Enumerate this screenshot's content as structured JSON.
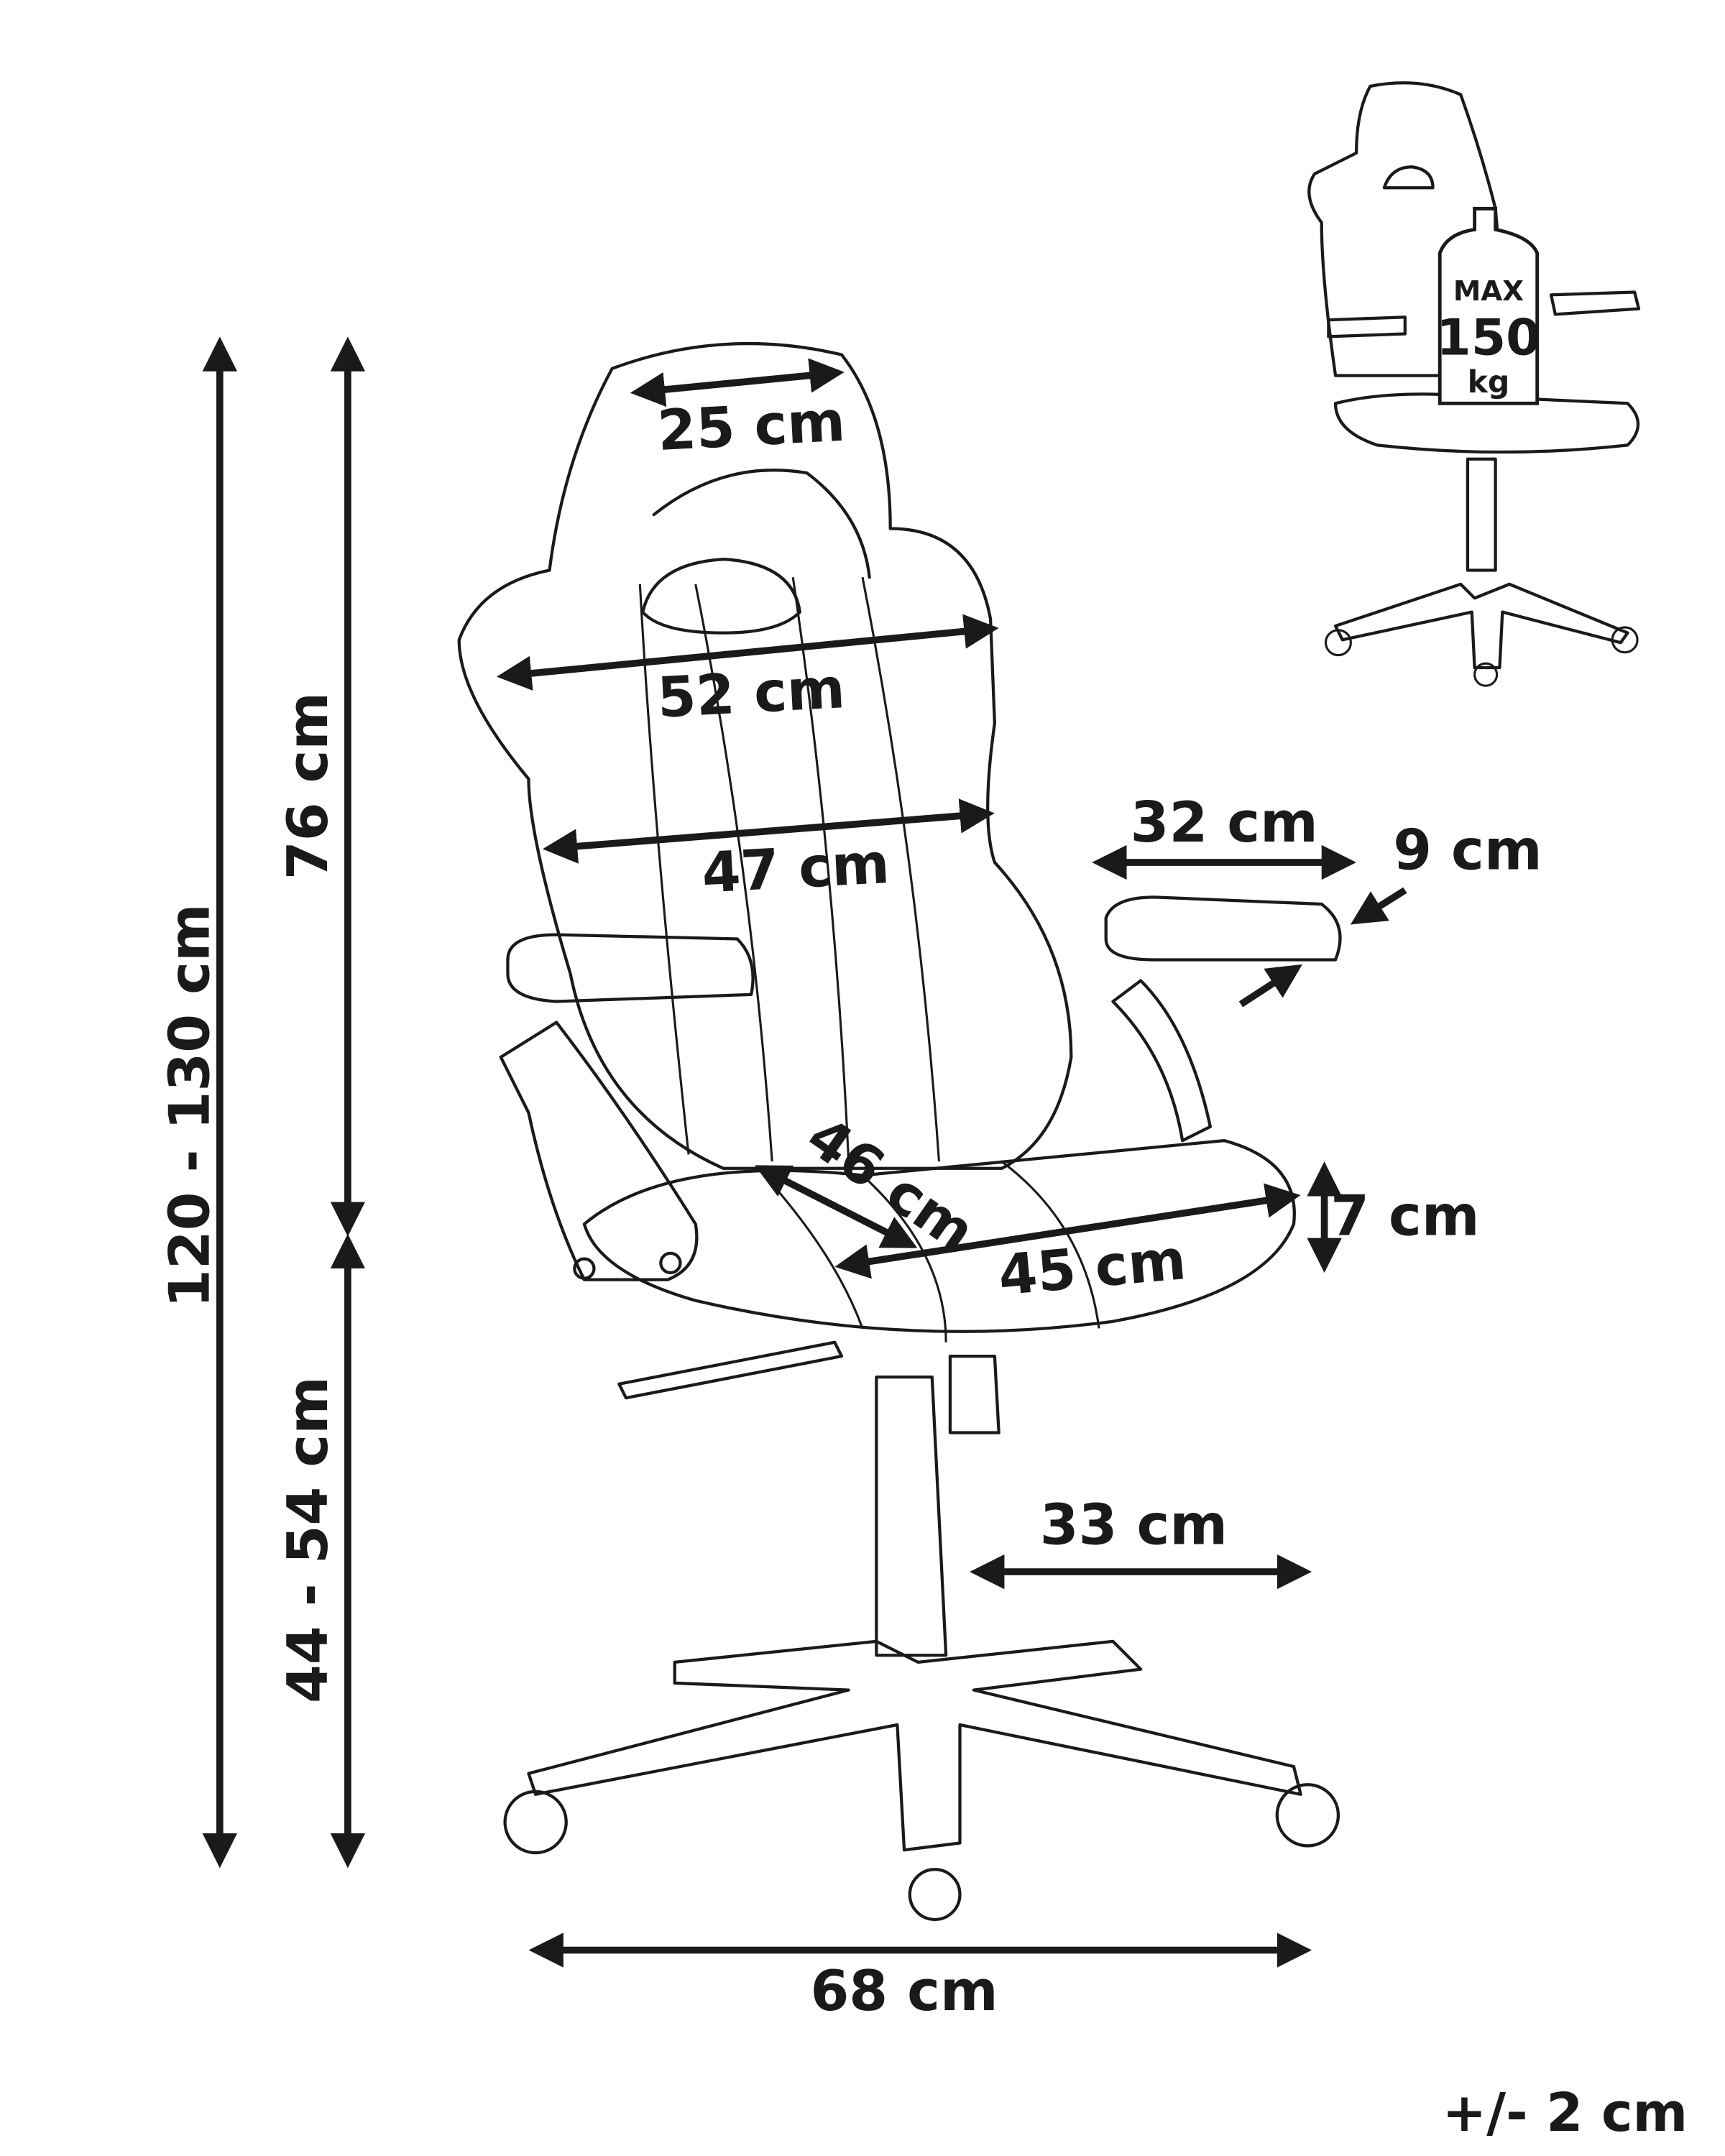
{
  "dimensions": {
    "headrest_width": "25 cm",
    "backrest_upper_width": "52 cm",
    "backrest_lower_width": "47 cm",
    "armrest_length": "32 cm",
    "armrest_width": "9 cm",
    "seat_depth": "46 cm",
    "seat_width": "45 cm",
    "seat_thickness": "7 cm",
    "base_radius": "33 cm",
    "base_width": "68 cm",
    "total_height": "120 - 130 cm",
    "backrest_height": "76 cm",
    "seat_height": "44 - 54 cm"
  },
  "tolerance": "+/- 2 cm",
  "max_load": {
    "label": "MAX",
    "value": "150",
    "unit": "kg"
  },
  "colors": {
    "ink": "#1a1a1a",
    "background": "#ffffff"
  }
}
